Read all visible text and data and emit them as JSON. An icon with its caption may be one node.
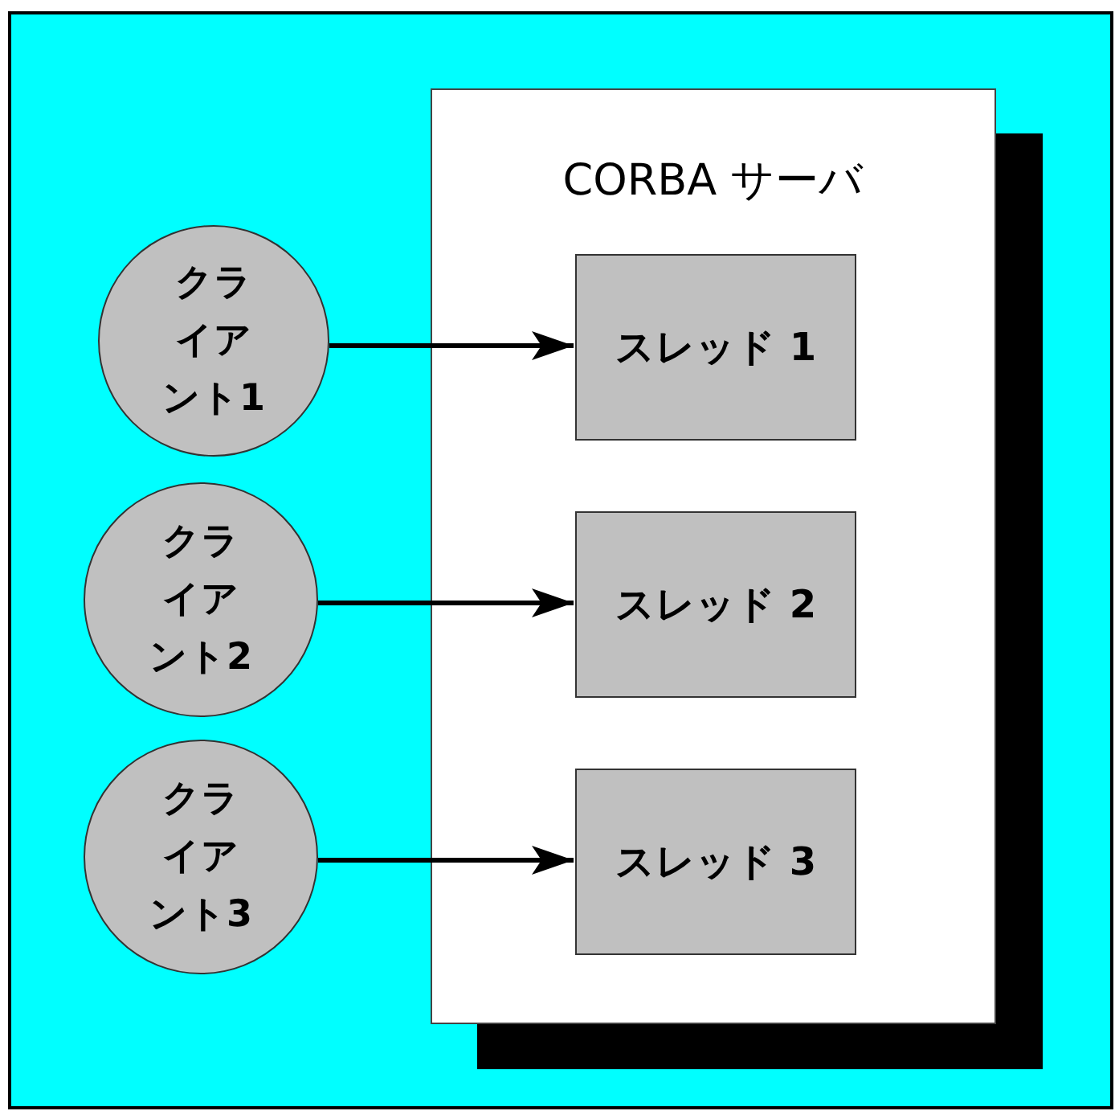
{
  "diagram": {
    "nodes": [
      {
        "text": [
          "クライアント1"
        ]
      },
      {
        "text": [
          "クライアント2"
        ]
      },
      {
        "text": [
          "クライアント3"
        ]
      },
      {
        "text": [
          "CORBA サーバ"
        ]
      },
      {
        "text": [
          "スレッド 1"
        ],
        "in": 3
      },
      {
        "text": [
          "スレッド 2"
        ],
        "in": 3
      },
      {
        "text": [
          "スレッド 3"
        ],
        "in": 3
      }
    ],
    "edges": [
      {
        "from": 0,
        "to": 4,
        "arrow": "to"
      },
      {
        "from": 1,
        "to": 5,
        "arrow": "to"
      },
      {
        "from": 2,
        "to": 6,
        "arrow": "to"
      }
    ]
  }
}
